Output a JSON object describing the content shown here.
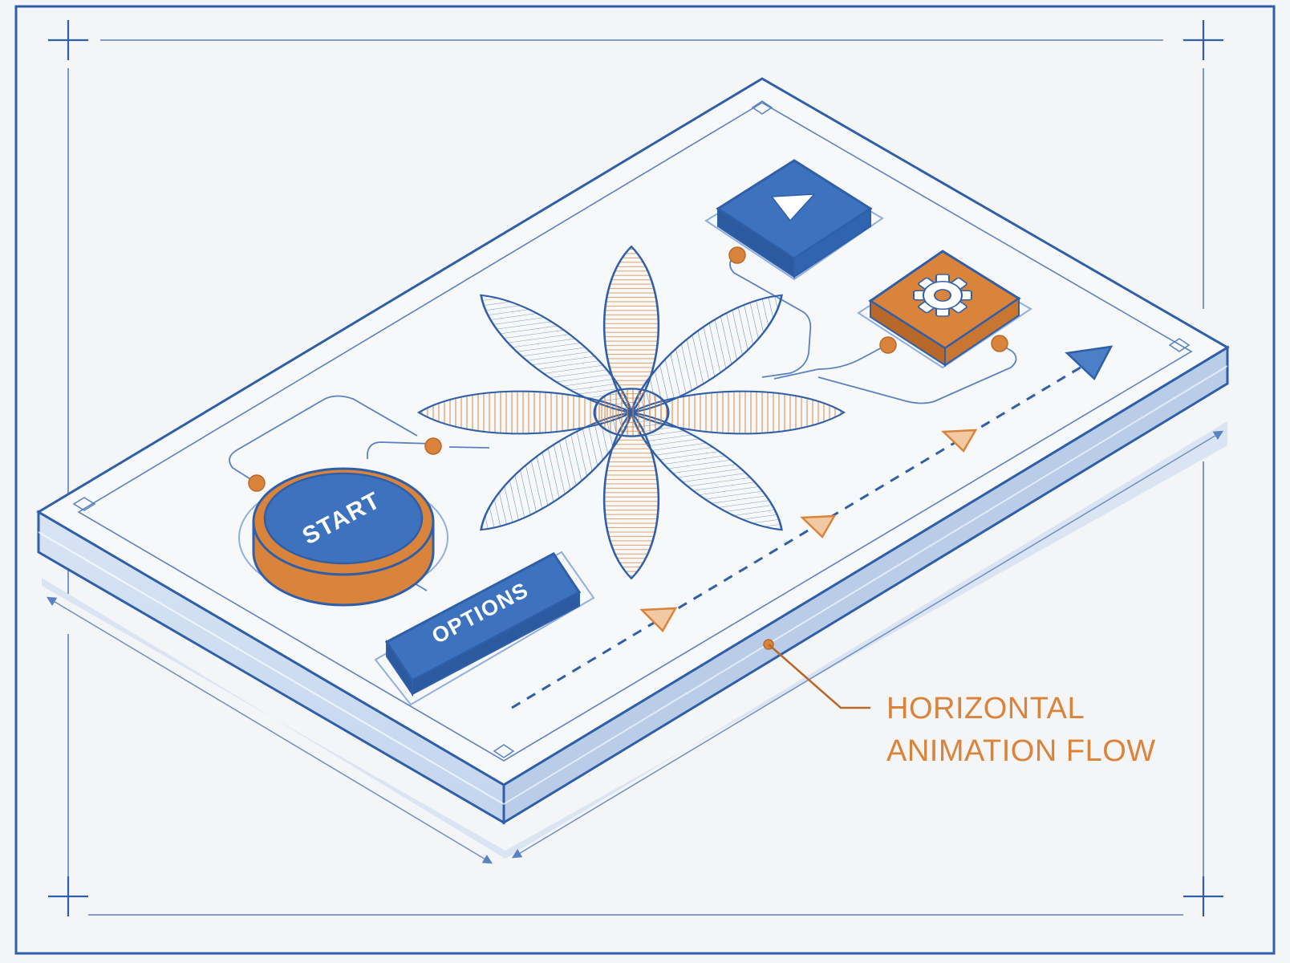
{
  "colors": {
    "background": "#f4f5f6",
    "line_blue": "#2f5fa8",
    "light_blue": "#8fb0de",
    "button_blue": "#3d72bf",
    "button_blue_dark": "#2b5aa0",
    "accent_orange": "#d9843a",
    "accent_orange_dark": "#b8692a",
    "white": "#ffffff"
  },
  "buttons": {
    "start_label": "START",
    "options_label": "OPTIONS",
    "play_icon": "play-icon",
    "settings_icon": "gear-icon"
  },
  "callout": {
    "line1": "HORIZONTAL",
    "line2": "ANIMATION FLOW"
  },
  "decorations": {
    "center_icon": "flower-icon",
    "corner_marks": "crosshair-icon",
    "flow_markers": "triangle-arrow-icon"
  }
}
